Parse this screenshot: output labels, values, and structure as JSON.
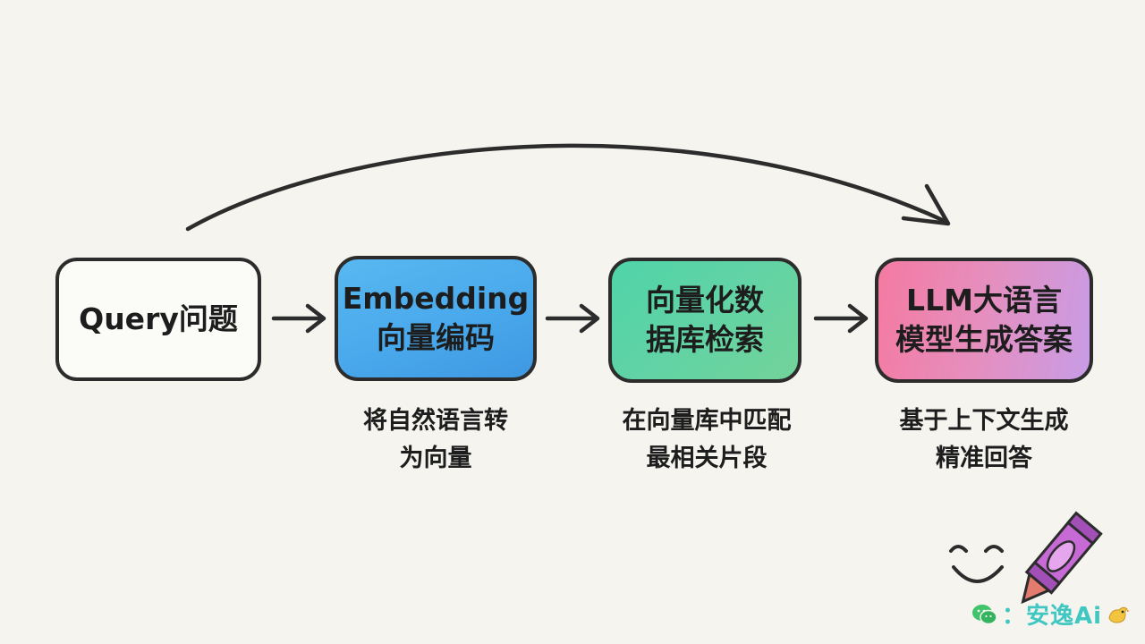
{
  "nodes": {
    "query": {
      "lines": [
        "Query问题"
      ]
    },
    "embedding": {
      "lines": [
        "Embedding",
        "向量编码"
      ]
    },
    "vectordb": {
      "lines": [
        "向量化数",
        "据库检索"
      ]
    },
    "llm": {
      "lines": [
        "LLM大语言",
        "模型生成答案"
      ]
    }
  },
  "descriptions": {
    "embedding": [
      "将自然语言转",
      "为向量"
    ],
    "vectordb": [
      "在向量库中匹配",
      "最相关片段"
    ],
    "llm": [
      "基于上下文生成",
      "精准回答"
    ]
  },
  "watermark": {
    "text": "：安逸Ai"
  },
  "icons": {
    "arrows": "arrow-right-icon",
    "curve": "curved-arrow-icon",
    "smiley": "smiley-icon",
    "crayon": "crayon-icon",
    "wechat": "wechat-icon",
    "bird": "bird-icon"
  },
  "colors": {
    "background": "#f5f4ef",
    "stroke": "#2c2c2c",
    "embedding": "#4aaaea",
    "vectordb": "#62d3a4",
    "llm_start": "#f47aa1",
    "llm_end": "#c89ce6",
    "watermark": "#40c7c2"
  }
}
